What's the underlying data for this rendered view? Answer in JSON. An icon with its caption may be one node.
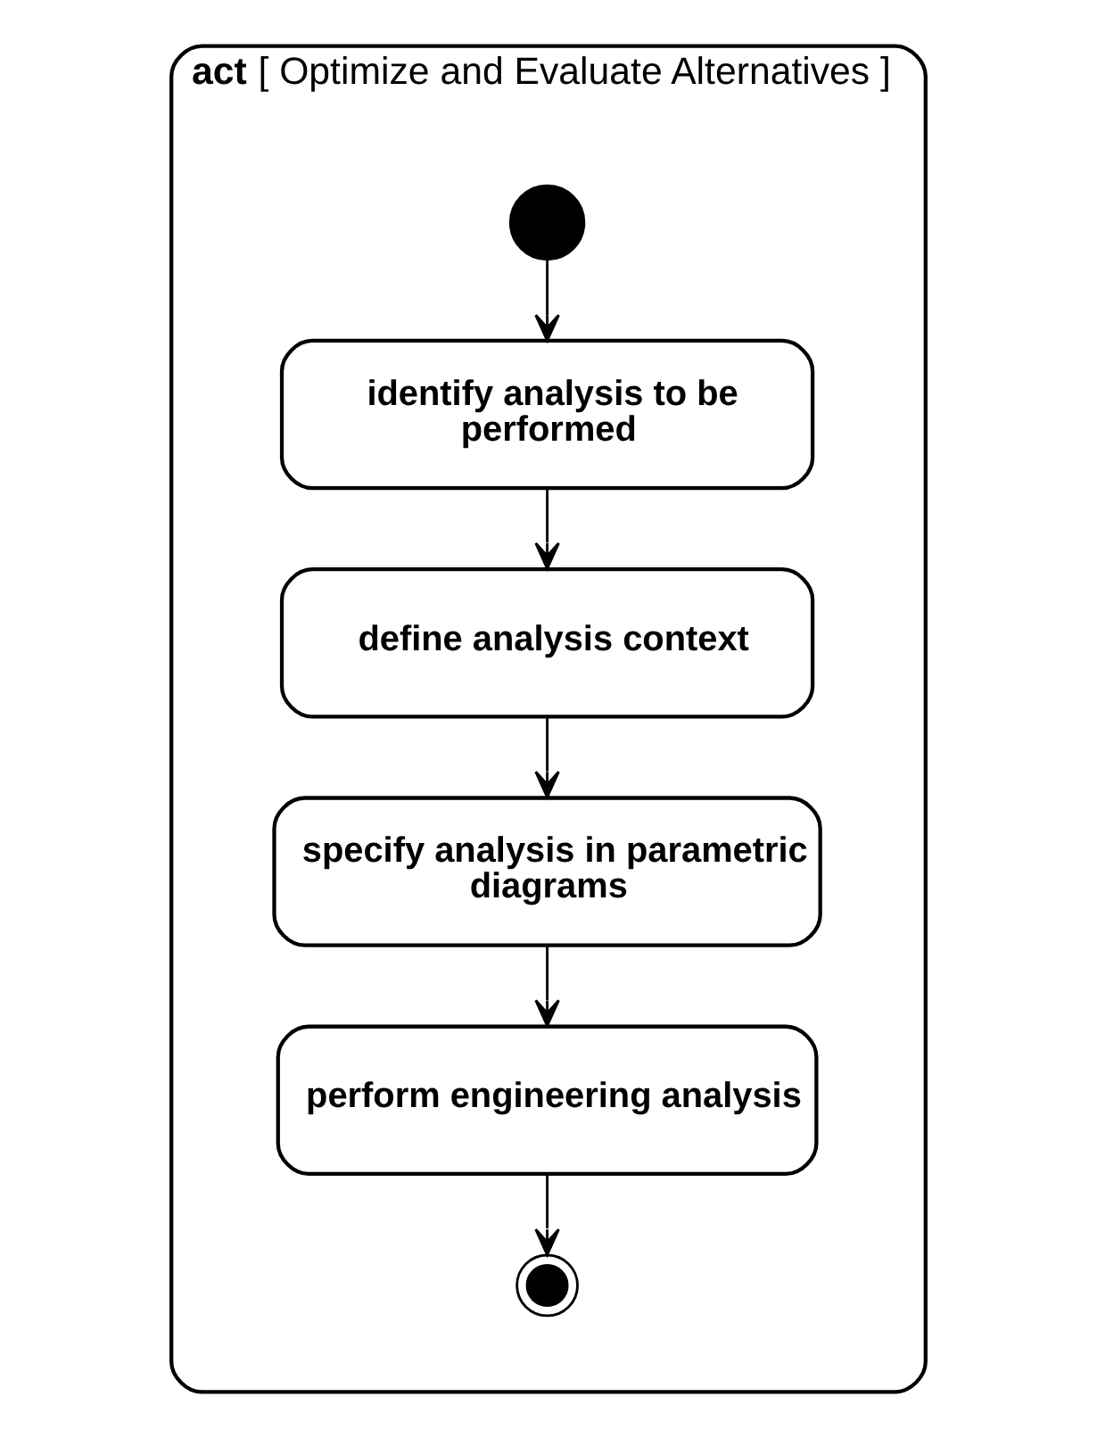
{
  "diagram": {
    "nodes": [
      {
        "text": [
          "act",
          "[ Optimize and Evaluate Alternatives ]"
        ]
      },
      {
        "text": [],
        "shape": "circle",
        "in": 0
      },
      {
        "text": [
          "identify analysis to be performed"
        ],
        "in": 0
      },
      {
        "text": [
          "define analysis context"
        ],
        "in": 0
      },
      {
        "text": [
          "specify analysis in parametric diagrams"
        ],
        "in": 0
      },
      {
        "text": [
          "perform engineering analysis"
        ],
        "in": 0
      },
      {
        "text": [],
        "shape": "bullseye",
        "in": 0
      }
    ],
    "edges": [
      {
        "from": 1,
        "to": 2,
        "arrow": "to"
      },
      {
        "from": 2,
        "to": 3,
        "arrow": "to"
      },
      {
        "from": 3,
        "to": 4,
        "arrow": "to"
      },
      {
        "from": 4,
        "to": 5,
        "arrow": "to"
      },
      {
        "from": 5,
        "to": 6,
        "arrow": "to"
      }
    ]
  }
}
